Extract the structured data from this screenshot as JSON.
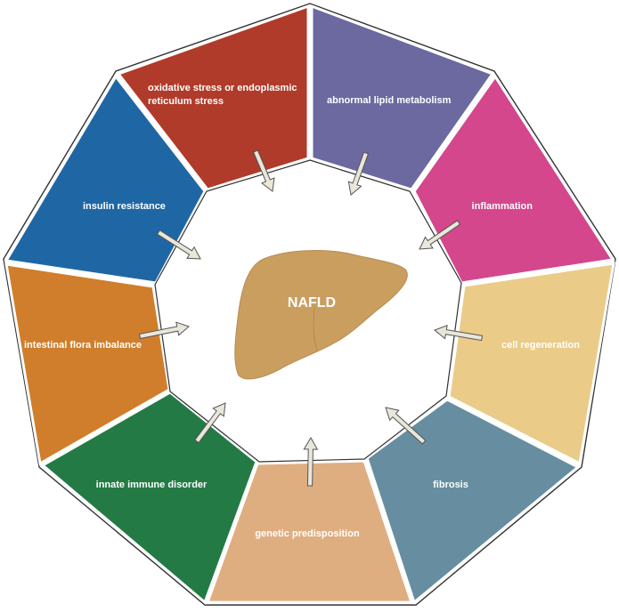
{
  "center": {
    "label": "NAFLD",
    "color": "#c99e5f"
  },
  "segments": [
    {
      "id": "oxidative",
      "label_lines": [
        "oxidative stress or endoplasmic",
        "reticulum stress"
      ],
      "color": "#b03b2a"
    },
    {
      "id": "lipid",
      "label_lines": [
        "abnormal lipid metabolism"
      ],
      "color": "#6b69a0"
    },
    {
      "id": "inflammation",
      "label_lines": [
        "inflammation"
      ],
      "color": "#d4478c"
    },
    {
      "id": "regeneration",
      "label_lines": [
        "cell regeneration"
      ],
      "color": "#eacb88"
    },
    {
      "id": "fibrosis",
      "label_lines": [
        "fibrosis"
      ],
      "color": "#668ea0"
    },
    {
      "id": "genetic",
      "label_lines": [
        "genetic predisposition"
      ],
      "color": "#dfae80"
    },
    {
      "id": "immune",
      "label_lines": [
        "innate immune disorder"
      ],
      "color": "#237a45"
    },
    {
      "id": "flora",
      "label_lines": [
        "intestinal flora imbalance"
      ],
      "color": "#d07e2b"
    },
    {
      "id": "insulin",
      "label_lines": [
        "insulin resistance"
      ],
      "color": "#1f67a4"
    }
  ],
  "arrow_color": "#e9e6da"
}
